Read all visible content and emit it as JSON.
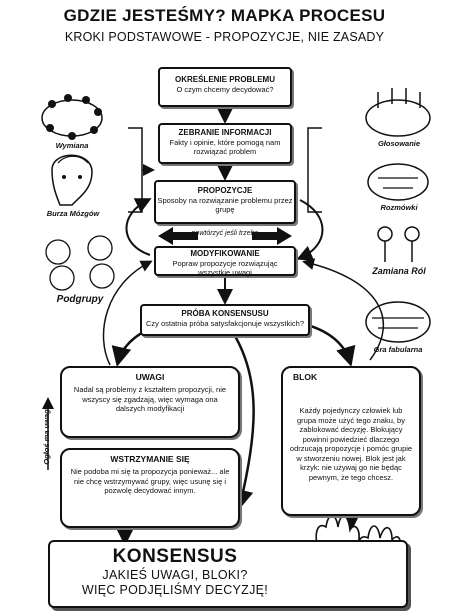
{
  "header": {
    "title": "GDZIE JESTEŚMY?  MAPKA PROCESU",
    "subtitle": "KROKI PODSTAWOWE - PROPOZYCJE, NIE ZASADY"
  },
  "steps": {
    "problem": {
      "title": "OKREŚLENIE PROBLEMU",
      "text": "O czym chcemy decydować?"
    },
    "info": {
      "title": "ZEBRANIE INFORMACJI",
      "text": "Fakty i opinie, które pomogą nam rozwiązać problem"
    },
    "proposals": {
      "title": "PROPOZYCJE",
      "text": "Sposoby na rozwiązanie problemu przez grupę"
    },
    "repeat": "powtórzyć jeśli trzeba",
    "modify": {
      "title": "MODYFIKOWANIE",
      "text": "Popraw propozycje rozwiązując wszystkie uwagi"
    },
    "test": {
      "title": "PRÓBA KONSENSUSU",
      "text": "Czy ostatnia próba satysfakcjonuje wszystkich?"
    }
  },
  "outcomes": {
    "concerns": {
      "title": "UWAGI",
      "text": "Nadal są problemy z kształtem propozycji, nie wszyscy się zgadzają, więc wymaga ona dalszych modyfikacji"
    },
    "standaside": {
      "title": "WSTRZYMANIE SIĘ",
      "text": "Nie podoba mi się ta propozycja ponieważ... ale nie chcę wstrzymywać grupy, więc usunę się i pozwolę decydować innym."
    },
    "block": {
      "title": "BLOK",
      "text": "Każdy pojedynczy człowiek lub grupa może użyć tego znaku, by zablokować decyzję. Blokujący powinni powiedzieć dlaczego odrzucają propozycje i pomóc grupie w stworzeniu nowej. Blok jest jak krzyk: nie używaj go nie będąc pewnym, że tego chcesz."
    },
    "concern_raised": "Ogłoś ma uwagi"
  },
  "consensus": {
    "title": "KONSENSUS",
    "line1": "JAKIEŚ UWAGI, BLOKI?",
    "line2": "WIĘC PODJĘLIŚMY DECYZJĘ!"
  },
  "illustrations": {
    "left": [
      "Wymiana",
      "Burza Mózgów",
      "Podgrupy"
    ],
    "right": [
      "Głosowanie",
      "Rozmówki",
      "Zamiana Ról",
      "Gra fabularna"
    ]
  },
  "icons": [
    "raised-fist-icon",
    "waving-hands-icon"
  ]
}
